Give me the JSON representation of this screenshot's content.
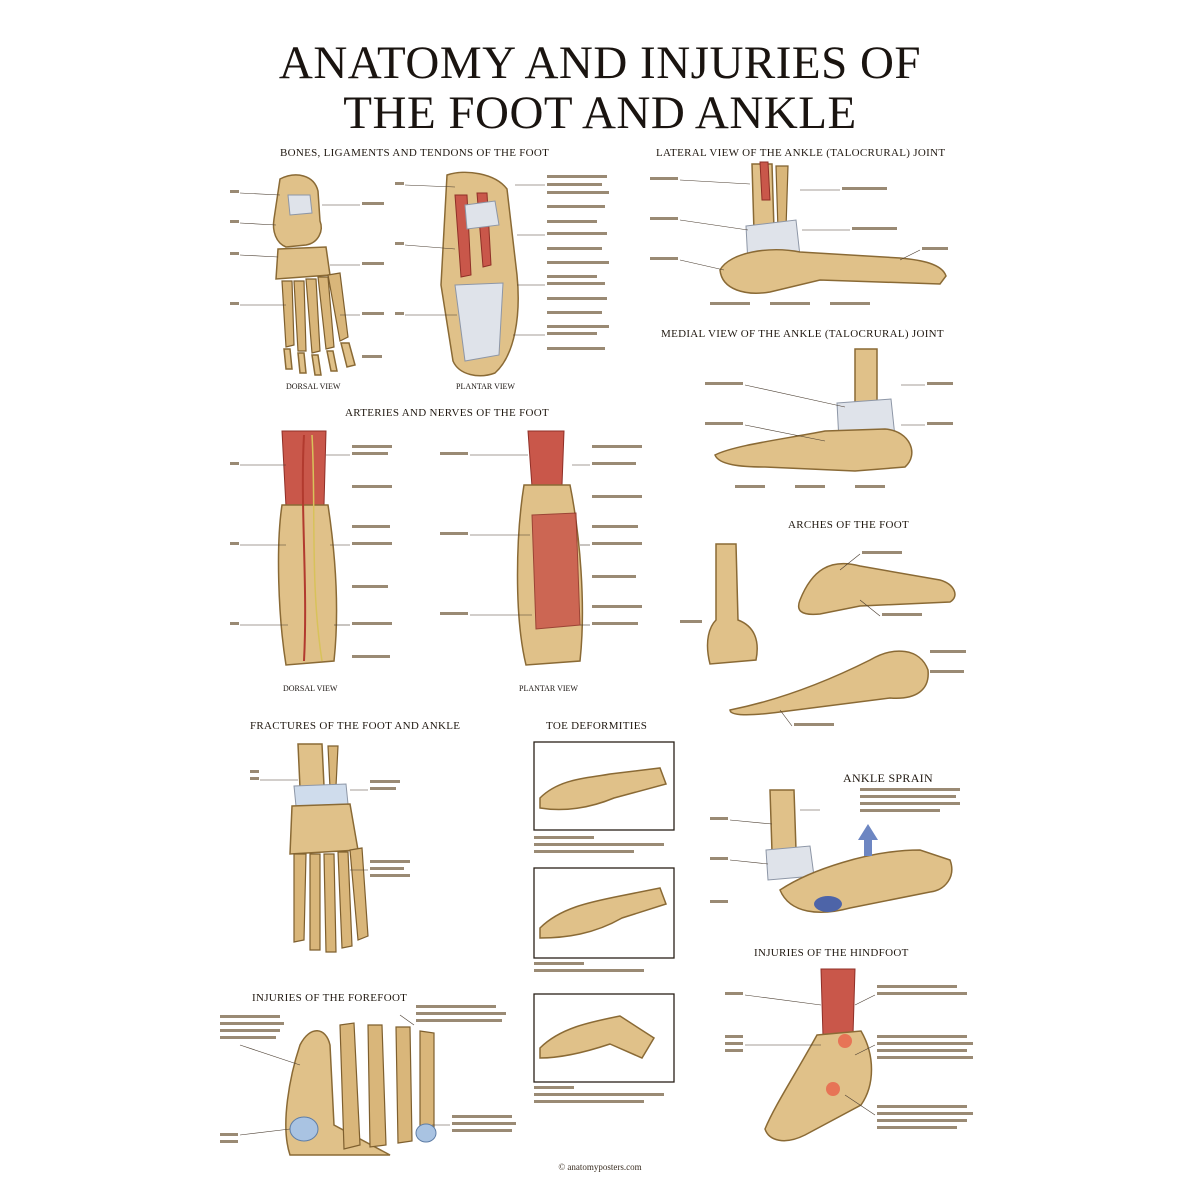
{
  "poster": {
    "title_line1": "ANATOMY AND INJURIES OF",
    "title_line2": "THE FOOT AND ANKLE"
  },
  "sections": {
    "bones": "BONES, LIGAMENTS AND TENDONS OF THE FOOT",
    "lateral": "LATERAL VIEW OF THE ANKLE (TALOCRURAL) JOINT",
    "medial": "MEDIAL VIEW OF THE ANKLE (TALOCRURAL) JOINT",
    "arteries": "ARTERIES AND NERVES OF THE FOOT",
    "arches": "ARCHES OF THE FOOT",
    "fractures": "FRACTURES OF THE FOOT AND ANKLE",
    "toe": "TOE DEFORMITIES",
    "sprain": "ANKLE SPRAIN",
    "hindfoot": "INJURIES OF THE HINDFOOT",
    "forefoot": "INJURIES OF THE FOREFOOT"
  },
  "subtitles": {
    "dorsal_view_1": "DORSAL VIEW",
    "plantar_view_1": "PLANTAR VIEW",
    "dorsal_view_2": "DORSAL VIEW",
    "plantar_view_2": "PLANTAR VIEW"
  },
  "footer": {
    "credit": "© anatomyposters.com"
  },
  "colors": {
    "bone": "#e0c189",
    "ligament": "#dfe3ea",
    "muscle": "#c9574a",
    "inflammation": "#e8604a"
  }
}
